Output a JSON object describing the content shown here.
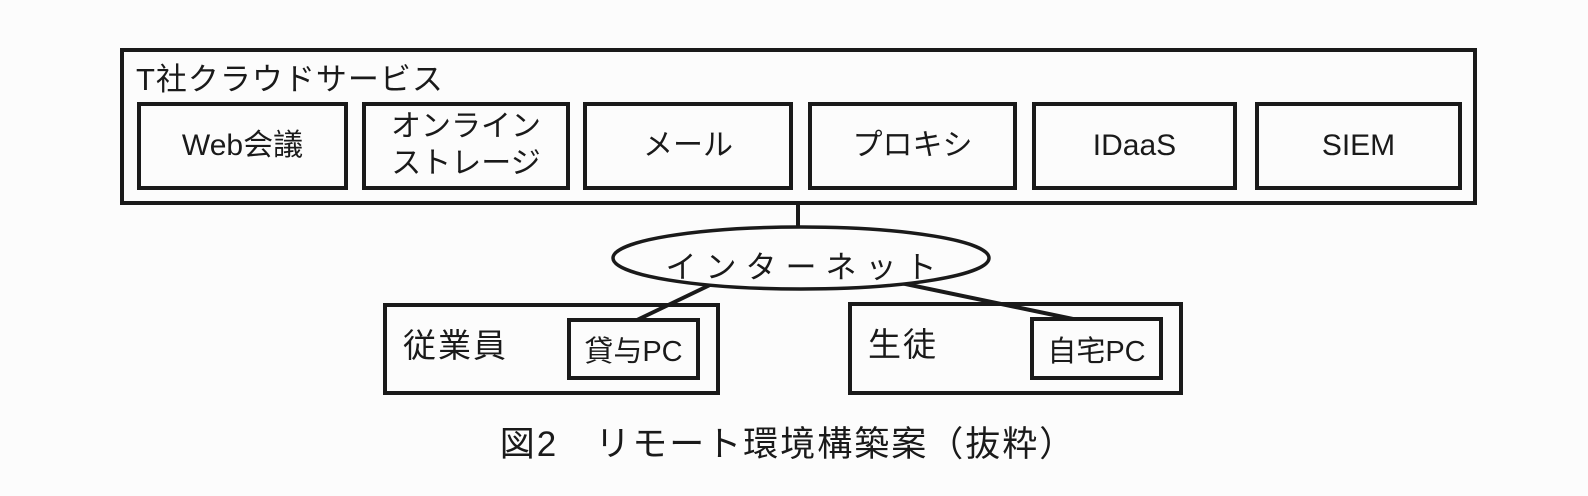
{
  "colors": {
    "ink": "#1a1a1a",
    "paper": "#fcfcfc"
  },
  "cloud": {
    "title": "T社クラウドサービス",
    "services": [
      {
        "label": "Web会議"
      },
      {
        "label": "オンライン",
        "label2": "ストレージ"
      },
      {
        "label": "メール"
      },
      {
        "label": "プロキシ"
      },
      {
        "label": "IDaaS"
      },
      {
        "label": "SIEM"
      }
    ]
  },
  "internet": {
    "label": "インターネット"
  },
  "clients": [
    {
      "group": "従業員",
      "device": "貸与PC"
    },
    {
      "group": "生徒",
      "device": "自宅PC"
    }
  ],
  "caption": "図2　リモート環境構築案（抜粋）"
}
